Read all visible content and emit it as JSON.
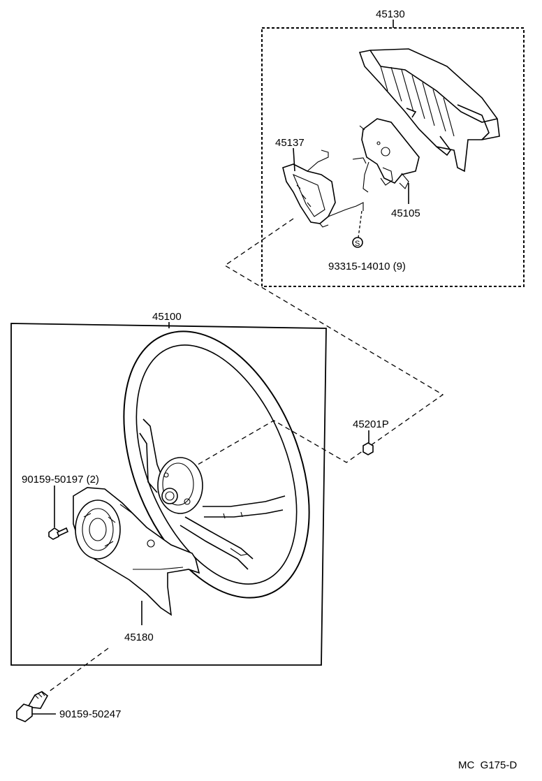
{
  "parts": {
    "upper_assembly": "45130",
    "bracket": "45137",
    "horn_plate": "45105",
    "screw_marker": "S",
    "screw": "93315-14010 (9)",
    "wheel_assembly": "45100",
    "nut": "45201P",
    "bolt_small": "90159-50197 (2)",
    "cover": "45180",
    "bolt_large": "90159-50247"
  },
  "footer": {
    "code": "MC  G175-D"
  }
}
